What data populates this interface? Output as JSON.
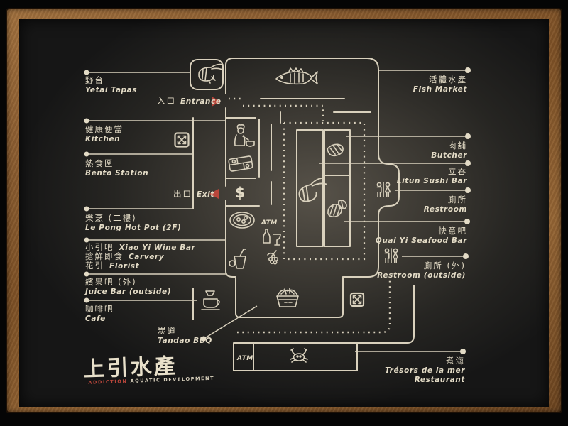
{
  "brand": {
    "calligraphy": "上引水產",
    "red": "ADDICTION",
    "rest": "AQUATIC DEVELOPMENT"
  },
  "colors": {
    "board": "#3c3933",
    "frame": "#8a5c30",
    "ink": "#e3dbc6",
    "accent": "#b8463b"
  },
  "entrance": {
    "zh": "入口",
    "en": "Entrance"
  },
  "exit": {
    "zh": "出口",
    "en": "Exit"
  },
  "left_labels": [
    {
      "zh": "野台",
      "en": "Yetai Tapas"
    },
    {
      "zh": "健康便當",
      "en": "Kitchen"
    },
    {
      "zh": "熱食區",
      "en": "Bento Station"
    },
    {
      "zh": "樂烹 (二樓)",
      "en": "Le Pong Hot Pot (2F)"
    },
    {
      "zh": "小引吧",
      "en": "Xiao Yi Wine Bar"
    },
    {
      "zh": "搶鮮即食",
      "en": "Carvery"
    },
    {
      "zh": "花引",
      "en": "Florist"
    },
    {
      "zh": "繽果吧 (外)",
      "en": "Juice Bar (outside)"
    },
    {
      "zh": "咖啡吧",
      "en": "Cafe"
    }
  ],
  "right_labels": [
    {
      "zh": "活體水產",
      "en": "Fish Market"
    },
    {
      "zh": "肉舖",
      "en": "Butcher"
    },
    {
      "zh": "立吞",
      "en": "Litun Sushi Bar"
    },
    {
      "zh": "廁所",
      "en": "Restroom"
    },
    {
      "zh": "快意吧",
      "en": "Quai Yi Seafood Bar"
    },
    {
      "zh": "廁所 (外)",
      "en": "Restroom (outside)"
    },
    {
      "zh": "煮海",
      "en": "Trésors de la mer",
      "en2": "Restaurant"
    }
  ],
  "bottom_labels": [
    {
      "zh": "炭道",
      "en": "Tandao BBQ"
    }
  ],
  "atm": {
    "label": "ATM",
    "symbol": "$"
  }
}
